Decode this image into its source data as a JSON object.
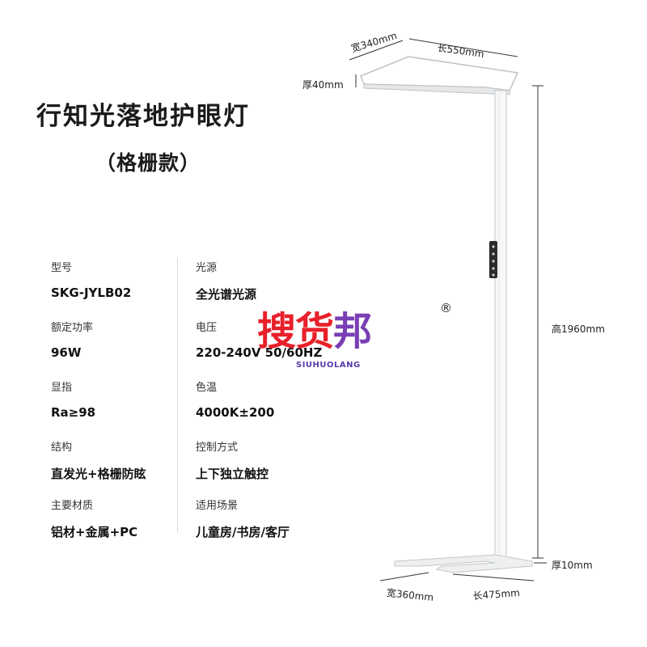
{
  "title": "行知光落地护眼灯",
  "subtitle": "（格栅款）",
  "specs_left": [
    {
      "label": "型号",
      "value": "SKG-JYLB02"
    },
    {
      "label": "额定功率",
      "value": "96W"
    },
    {
      "label": "显指",
      "value": "Ra≥98"
    },
    {
      "label": "结构",
      "value": "直发光+格栅防眩"
    },
    {
      "label": "主要材质",
      "value": "铝材+金属+PC"
    }
  ],
  "specs_right": [
    {
      "label": "光源",
      "value": "全光谱光源"
    },
    {
      "label": "电压",
      "value": "220-240V 50/60HZ"
    },
    {
      "label": "色温",
      "value": "4000K±200"
    },
    {
      "label": "控制方式",
      "value": "上下独立触控"
    },
    {
      "label": "适用场景",
      "value": "儿童房/书房/客厅"
    }
  ],
  "dimensions": {
    "head_width": "宽340mm",
    "head_length": "长550mm",
    "head_thickness": "厚40mm",
    "height": "高1960mm",
    "base_thickness": "厚10mm",
    "base_width": "宽360mm",
    "base_length": "长475mm"
  },
  "watermark": {
    "char1": "搜",
    "char2": "货",
    "char3": "邦",
    "sub": "SIUHUOLANG",
    "reg": "®"
  },
  "colors": {
    "watermark_red": "#e8202a",
    "watermark_purple": "#7a3fb5",
    "lamp_stroke": "#bfc3c7"
  }
}
